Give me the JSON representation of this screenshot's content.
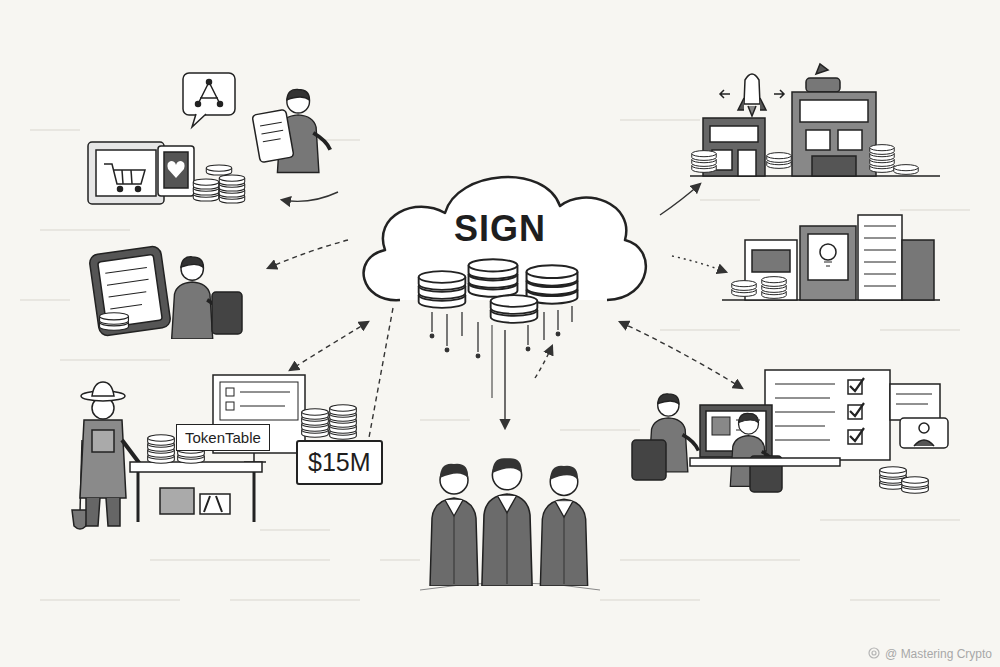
{
  "diagram": {
    "nodes": [
      {
        "text": [
          "SIGN"
        ]
      },
      {
        "text": [
          "TokenTable"
        ]
      },
      {
        "text": [
          "$15M"
        ]
      }
    ],
    "edges": [
      {
        "from": 0,
        "to": 2,
        "arrow": "none"
      }
    ],
    "labels": [
      "@ Mastering Crypto"
    ]
  }
}
